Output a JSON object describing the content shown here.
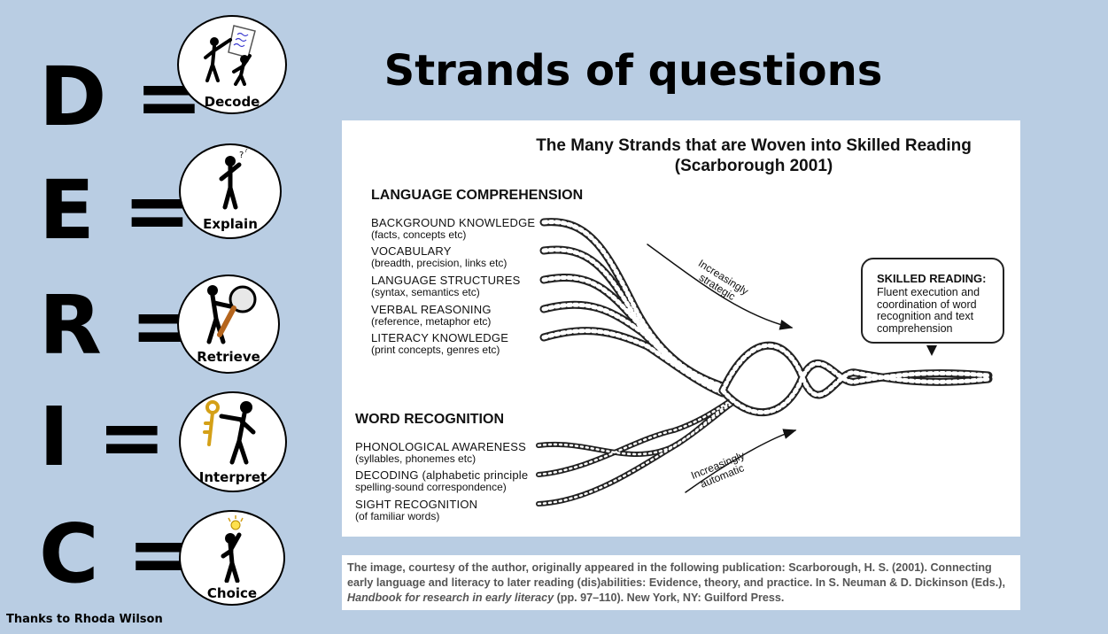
{
  "title": "Strands of questions",
  "deric": [
    {
      "letter": "D =",
      "label": "Decode",
      "icon": "decode-figures-icon"
    },
    {
      "letter": "E =",
      "label": "Explain",
      "icon": "explain-thinker-icon"
    },
    {
      "letter": "R =",
      "label": "Retrieve",
      "icon": "retrieve-magnifier-icon"
    },
    {
      "letter": "I =",
      "label": "Interpret",
      "icon": "interpret-key-icon"
    },
    {
      "letter": "C =",
      "label": "Choice",
      "icon": "choice-lightbulb-icon"
    }
  ],
  "diagram": {
    "title_line1": "The Many Strands that are Woven into Skilled Reading",
    "title_line2": "(Scarborough 2001)",
    "language_comprehension": {
      "heading": "LANGUAGE COMPREHENSION",
      "items": [
        {
          "name": "BACKGROUND KNOWLEDGE",
          "sub": "(facts, concepts etc)"
        },
        {
          "name": "VOCABULARY",
          "sub": "(breadth, precision, links etc)"
        },
        {
          "name": "LANGUAGE STRUCTURES",
          "sub": "(syntax, semantics etc)"
        },
        {
          "name": "VERBAL REASONING",
          "sub": "(reference, metaphor etc)"
        },
        {
          "name": "LITERACY KNOWLEDGE",
          "sub": "(print concepts, genres etc)"
        }
      ]
    },
    "word_recognition": {
      "heading": "WORD RECOGNITION",
      "items": [
        {
          "name": "PHONOLOGICAL AWARENESS",
          "sub": "(syllables, phonemes etc)"
        },
        {
          "name": "DECODING (alphabetic principle",
          "sub": "spelling-sound correspondence)"
        },
        {
          "name": "SIGHT RECOGNITION",
          "sub": "(of familiar words)"
        }
      ]
    },
    "arrow_upper_line1": "Increasingly",
    "arrow_upper_line2": "strategic",
    "arrow_lower_line1": "Increasingly",
    "arrow_lower_line2": "automatic",
    "skilled_reading_title": "SKILLED READING:",
    "skilled_reading_text_1": "Fluent execution and",
    "skilled_reading_text_2": "coordination of word",
    "skilled_reading_text_3": "recognition and text",
    "skilled_reading_text_4": "comprehension"
  },
  "citation": {
    "part1": "The image, courtesy of the author, originally appeared in the following publication: Scarborough, H. S. (2001). Connecting early language and literacy to later reading (dis)abilities: Evidence, theory, and practice. In S. Neuman & D. Dickinson (Eds.), ",
    "book": "Handbook for research in early literacy",
    "part2": " (pp. 97–110). New York, NY: Guilford Press."
  },
  "credit": "Thanks to Rhoda Wilson"
}
